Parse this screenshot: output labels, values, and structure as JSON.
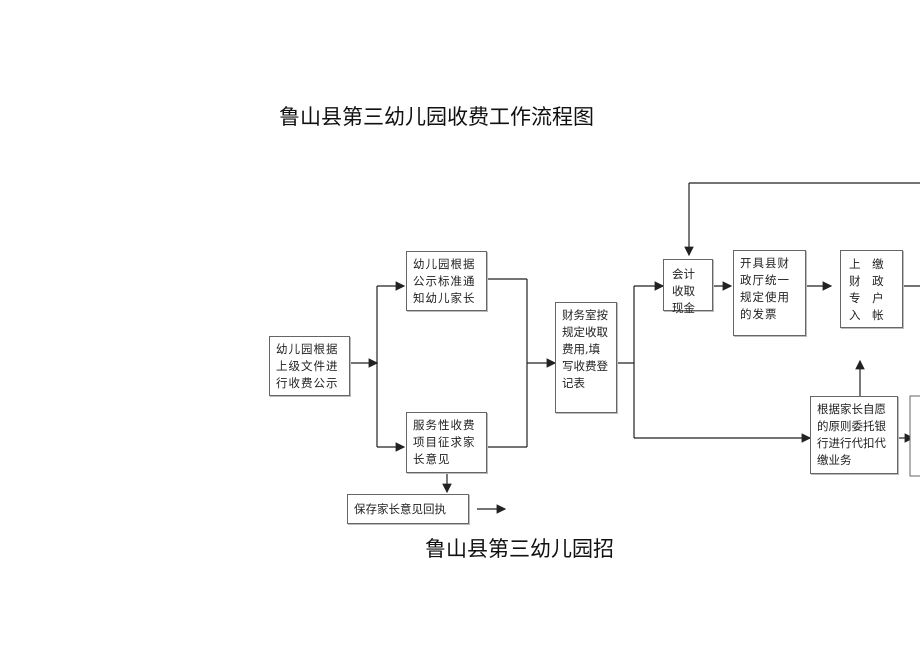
{
  "titles": {
    "main": "鲁山县第三幼儿园收费工作流程图",
    "second": "鲁山县第三幼儿园招"
  },
  "boxes": {
    "announce": "幼儿园根据上级文件进行收费公示",
    "notify": "幼儿园根据公示标准通知幼儿家长",
    "solicit": "服务性收费项目征求家长意见",
    "keep_receipt": "保存家长意见回执",
    "finance": "财务室按规定收取费用,填写收费登记表",
    "accountant": "会计收取现金",
    "invoice": "开具县财政厅统一规定使用的发票",
    "deposit": "上 缴财 政专 户入 帐",
    "bank": "根据家长自愿的原则委托银行进行代扣代缴业务"
  }
}
